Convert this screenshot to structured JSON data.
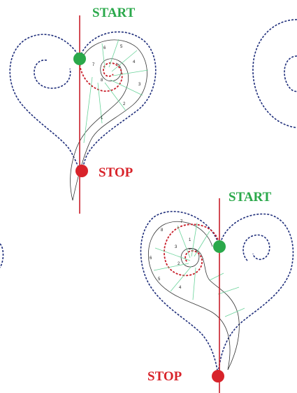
{
  "colors": {
    "start": "#2aa84a",
    "stop": "#d8232a",
    "quilt_line": "#1e2d7a",
    "center_line": "#c81e2a",
    "segment": "#6ad39a",
    "outline": "#333333"
  },
  "diagram_top": {
    "start_label": "START",
    "stop_label": "STOP",
    "segment_numbers": [
      "1",
      "2",
      "3",
      "4",
      "5",
      "6",
      "7",
      "8"
    ]
  },
  "diagram_bottom": {
    "start_label": "START",
    "stop_label": "STOP",
    "segment_numbers": [
      "1",
      "2",
      "3",
      "4",
      "5",
      "6",
      "7",
      "8"
    ]
  }
}
